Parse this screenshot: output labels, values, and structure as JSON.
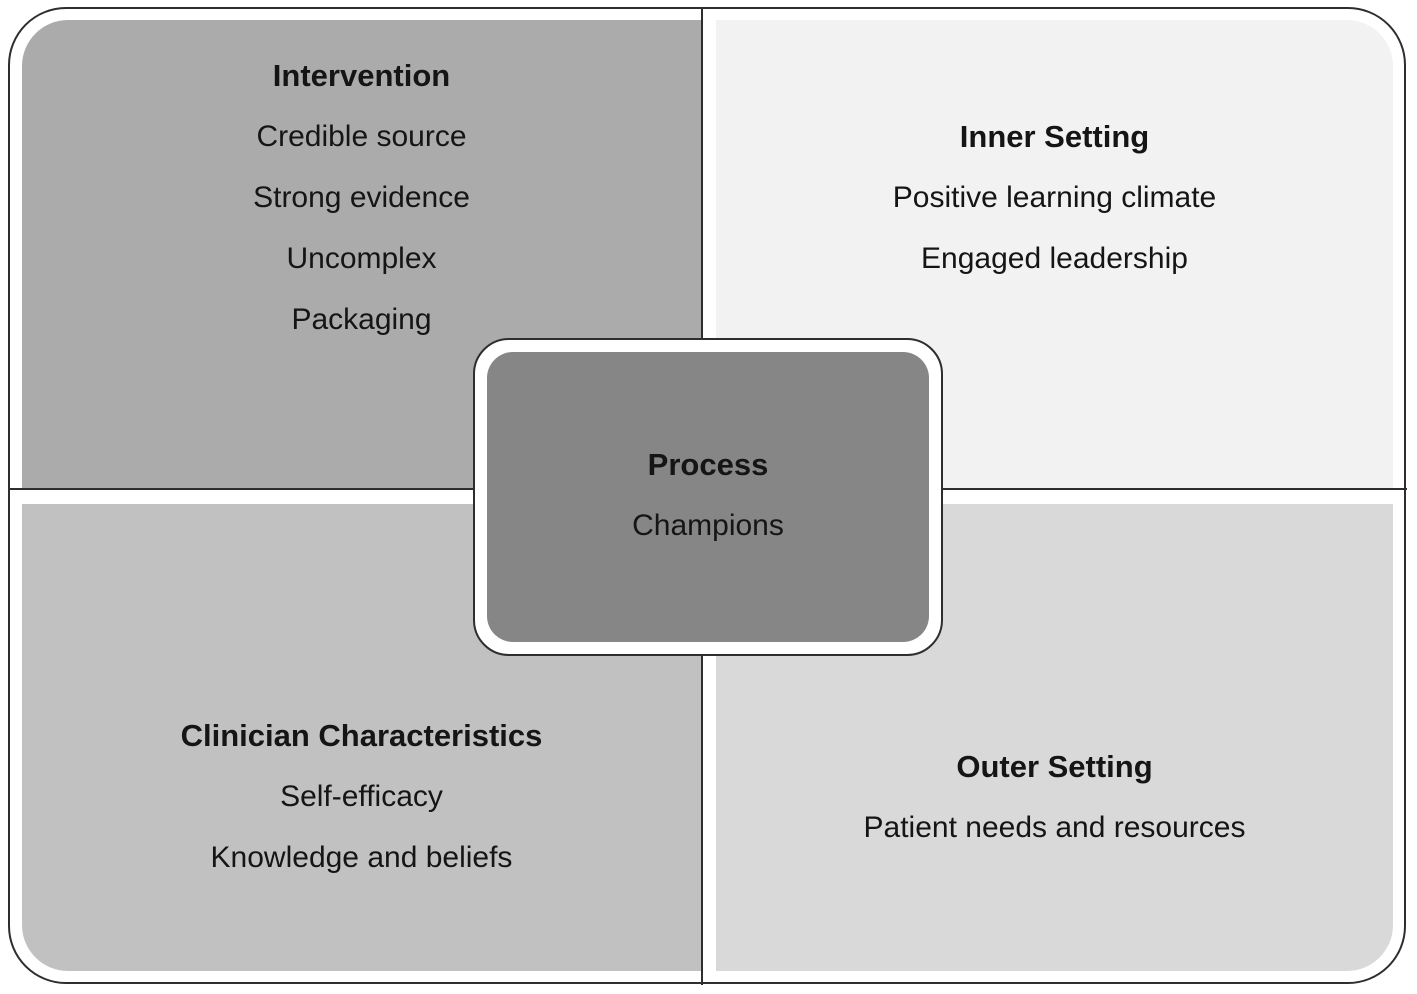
{
  "figure": {
    "name": "CFIR quadrant diagram",
    "colors": {
      "outline": "#2e2e2e",
      "text": "#151515",
      "quadrant_top_left_bg": "#ababab",
      "quadrant_top_right_bg": "#f2f2f2",
      "quadrant_bottom_left_bg": "#c1c1c1",
      "quadrant_bottom_right_bg": "#d9d9d9",
      "center_bg": "#868686",
      "gap": "#ffffff"
    },
    "quadrants": [
      {
        "id": "intervention",
        "title": "Intervention",
        "items": [
          "Credible source",
          "Strong evidence",
          "Uncomplex",
          "Packaging"
        ]
      },
      {
        "id": "inner-setting",
        "title": "Inner Setting",
        "items": [
          "Positive learning climate",
          "Engaged leadership"
        ]
      },
      {
        "id": "clinician-characteristics",
        "title": "Clinician Characteristics",
        "items": [
          "Self-efficacy",
          "Knowledge and beliefs"
        ]
      },
      {
        "id": "outer-setting",
        "title": "Outer Setting",
        "items": [
          "Patient needs and resources"
        ]
      }
    ],
    "center": {
      "id": "process",
      "title": "Process",
      "items": [
        "Champions"
      ]
    }
  }
}
